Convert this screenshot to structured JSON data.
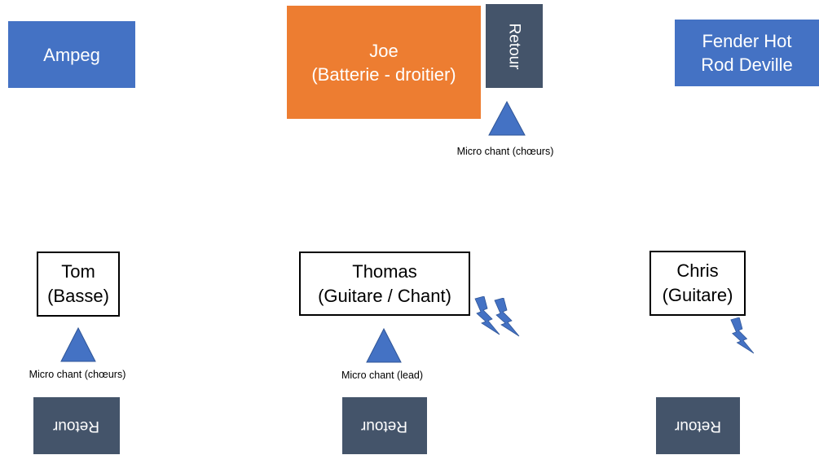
{
  "amps": {
    "left_lines": [
      "Ampeg"
    ],
    "right_lines": [
      "Fender Hot",
      "Rod Deville"
    ]
  },
  "drummer": {
    "lines": [
      "Joe",
      "(Batterie - droitier)"
    ]
  },
  "monitors": {
    "drum": "Retour",
    "left": "Retour",
    "center": "Retour",
    "right": "Retour"
  },
  "musicians": {
    "left": [
      "Tom",
      "(Basse)"
    ],
    "center": [
      "Thomas",
      "(Guitare / Chant)"
    ],
    "right": [
      "Chris",
      "(Guitare)"
    ]
  },
  "mics": {
    "drum": "Micro chant (chœurs)",
    "left": "Micro chant (chœurs)",
    "center": "Micro chant (lead)"
  },
  "colors": {
    "amp": "#4472c4",
    "drum": "#ed7d31",
    "monitor": "#44546a",
    "mic": "#4472c4"
  }
}
